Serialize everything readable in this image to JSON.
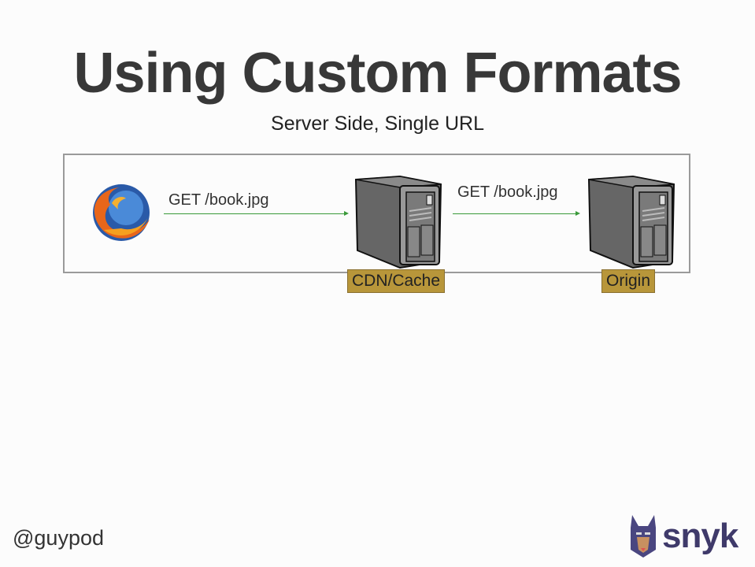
{
  "slide": {
    "title": "Using Custom Formats",
    "subtitle": "Server Side, Single URL",
    "diagram": {
      "client_icon": "firefox-icon",
      "request_1": "GET /book.jpg",
      "request_2": "GET /book.jpg",
      "cdn_label": "CDN/Cache",
      "origin_label": "Origin",
      "arrow_color": "#3a9a3a",
      "label_color": "#b8963a"
    },
    "footer": {
      "handle": "@guypod",
      "logo_text": "snyk"
    }
  }
}
